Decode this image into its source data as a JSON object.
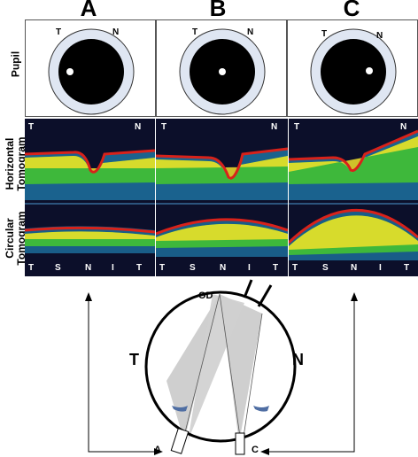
{
  "columns": [
    {
      "label": "A",
      "tn": [
        "T",
        "N"
      ]
    },
    {
      "label": "B",
      "tn": [
        "T",
        "N"
      ]
    },
    {
      "label": "C",
      "tn": [
        "T",
        "N"
      ]
    }
  ],
  "row_labels": {
    "pupil": "Pupil",
    "horizontal": "Horizontal\nTomogram",
    "circular": "Circular\nTomogram"
  },
  "horizontal_letters": [
    "T",
    "N"
  ],
  "circular_letters": [
    "T",
    "S",
    "N",
    "I",
    "T"
  ],
  "diagram": {
    "eye": "OD",
    "temporal": "T",
    "nasal": "N",
    "beam_a": "A",
    "beam_c": "C"
  },
  "colors": {
    "oct_bg": "#0c0f2a",
    "retina_red": "#d8221a",
    "retina_yellow": "#f2e12a",
    "retina_green": "#3eb83b",
    "retina_cyan": "#1f7fb0",
    "pupil_ring": "#dfe6f2",
    "beam_gray": "#cfcfcf",
    "lens_blue": "#4f6ea3"
  }
}
